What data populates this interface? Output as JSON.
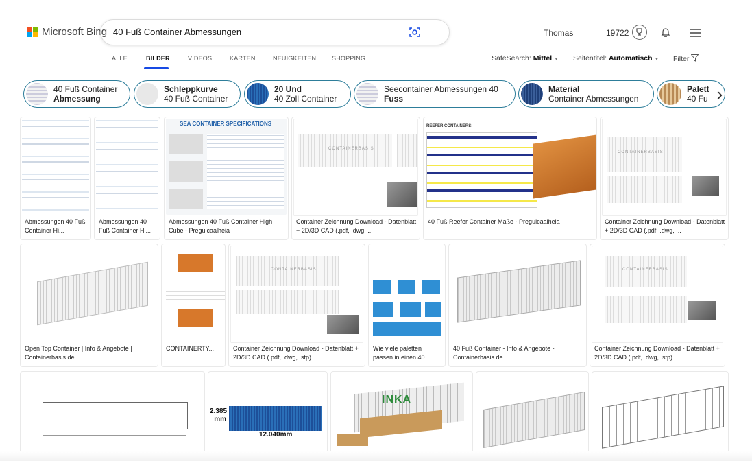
{
  "header": {
    "logo_text": "Microsoft Bing",
    "search_query": "40 Fuß Container Abmessungen",
    "user_name": "Thomas",
    "points": "19722"
  },
  "nav": {
    "tabs": [
      "ALLE",
      "BILDER",
      "VIDEOS",
      "KARTEN",
      "NEUIGKEITEN",
      "SHOPPING"
    ],
    "active_tab": "BILDER",
    "safesearch_label": "SafeSearch:",
    "safesearch_value": "Mittel",
    "pagetitles_label": "Seitentitel:",
    "pagetitles_value": "Automatisch",
    "filter_label": "Filter"
  },
  "chips": [
    {
      "line1": "40 Fuß Container",
      "line2": "Abmessung"
    },
    {
      "line1": "Schleppkurve",
      "line2": "40 Fuß Container"
    },
    {
      "line1": "20 Und",
      "line2": "40 Zoll Container"
    },
    {
      "line1": "Seecontainer Abmessungen 40",
      "line2": "Fuss"
    },
    {
      "line1": "Material",
      "line2": "Container Abmessungen"
    },
    {
      "line1": "Palett",
      "line2": "40 Fu"
    }
  ],
  "results": [
    {
      "caption": "Abmessungen 40 Fuß Container Hi..."
    },
    {
      "caption": "Abmessungen 40 Fuß Container Hi..."
    },
    {
      "caption": "Abmessungen 40 Fuß Container High Cube - Preguicaalheia",
      "thumb_title": "SEA CONTAINER SPECIFICATIONS"
    },
    {
      "caption": "Container Zeichnung Download - Datenblatt + 2D/3D CAD (.pdf, .dwg, ...",
      "thumb_label": "CONTAINERBASIS"
    },
    {
      "caption": "40 Fuß Reefer Container Maße - Preguicaalheia",
      "thumb_title": "REEFER CONTAINERS:"
    },
    {
      "caption": "Container Zeichnung Download - Datenblatt + 2D/3D CAD (.pdf, .dwg, ...",
      "thumb_label": "CONTAINERBASIS"
    },
    {
      "caption": "Open Top Container | Info & Angebote | Containerbasis.de"
    },
    {
      "caption": "CONTAINERTY..."
    },
    {
      "caption": "Container Zeichnung Download - Datenblatt + 2D/3D CAD (.pdf, .dwg, .stp)",
      "thumb_label": "CONTAINERBASIS"
    },
    {
      "caption": "Wie viele paletten passen in einen 40 ..."
    },
    {
      "caption": "40 Fuß Container - Info & Angebote - Containerbasis.de"
    },
    {
      "caption": "Container Zeichnung Download - Datenblatt + 2D/3D CAD (.pdf, .dwg, .stp)",
      "thumb_label": "CONTAINERBASIS"
    },
    {
      "caption": ""
    },
    {
      "caption": "",
      "dim_height": "2.385 mm",
      "dim_length": "12.040mm"
    },
    {
      "caption": "",
      "brand": "INKA"
    },
    {
      "caption": ""
    },
    {
      "caption": ""
    }
  ],
  "colors": {
    "accent": "#174ae4",
    "chip_border": "#2d7d9a",
    "container_blue": "#2a6fb8",
    "container_orange": "#d7782b"
  }
}
